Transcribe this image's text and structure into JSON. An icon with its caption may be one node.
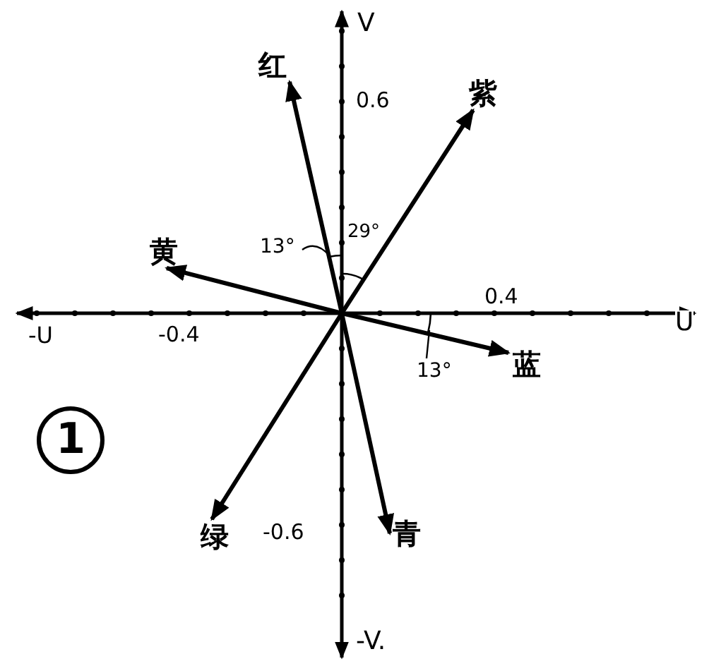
{
  "diagram": {
    "nodes": [
      {
        "text": [
          "红"
        ]
      },
      {
        "text": [
          "紫"
        ]
      },
      {
        "text": [
          "黄"
        ]
      },
      {
        "text": [
          "蓝"
        ]
      },
      {
        "text": [
          "绿"
        ]
      },
      {
        "text": [
          "青"
        ]
      },
      {
        "text": [
          "1"
        ]
      }
    ],
    "edges": [
      {
        "from": null,
        "to": 0,
        "arrow": "to"
      },
      {
        "from": null,
        "to": 1,
        "arrow": "to"
      },
      {
        "from": null,
        "to": 2,
        "arrow": "to"
      },
      {
        "from": null,
        "to": 3,
        "arrow": "to"
      },
      {
        "from": null,
        "to": 4,
        "arrow": "to"
      },
      {
        "from": null,
        "to": 5,
        "arrow": "to"
      }
    ],
    "labels": [
      "V",
      "0.6",
      "13°",
      "29°",
      "0.4",
      "U",
      "-U",
      "-0.4",
      "13°",
      "-0.6",
      "-V."
    ]
  }
}
